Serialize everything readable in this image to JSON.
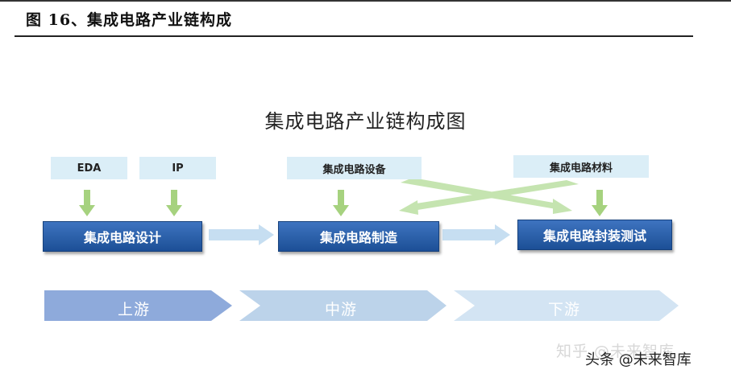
{
  "caption": "图 16、集成电路产业链构成",
  "diagram": {
    "title": "集成电路产业链构成图",
    "inputs": {
      "eda": "EDA",
      "ip": "IP",
      "equipment": "集成电路设备",
      "materials": "集成电路材料"
    },
    "stages": {
      "design": "集成电路设计",
      "manufacturing": "集成电路制造",
      "packaging": "集成电路封装测试"
    },
    "bands": {
      "upstream": "上游",
      "midstream": "中游",
      "downstream": "下游"
    }
  },
  "watermarks": {
    "zhihu": "知乎 @未来智库",
    "toutiao": "头条 @未来智库"
  },
  "colors": {
    "stage_blue": "#2a5ea8",
    "input_fill": "#dbeef7",
    "down_arrow_green": "#a6d27f",
    "cross_arrow_green": "#c5e4b0",
    "flow_arrow_blue": "#c6def1",
    "band_upstream": "#8eaadb",
    "band_midstream": "#bcd3ea",
    "band_downstream": "#d3e4f3"
  }
}
